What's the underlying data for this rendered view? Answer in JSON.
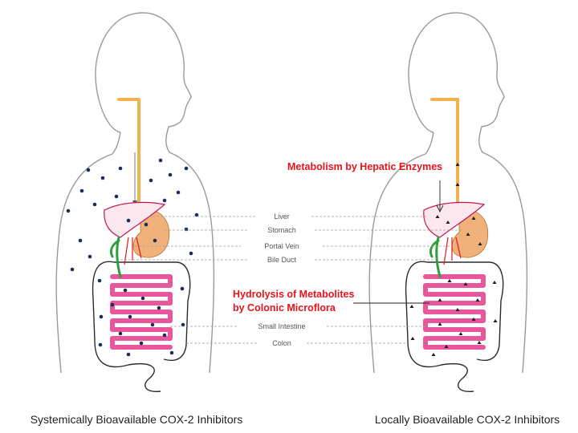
{
  "organ_labels": {
    "liver": "Liver",
    "stomach": "Stomach",
    "portal_vein": "Portal Vein",
    "bile_duct": "Bile Duct",
    "small_intestine": "Small Intestine",
    "colon": "Colon"
  },
  "annotations": {
    "hepatic": "Metabolism by Hepatic Enzymes",
    "hydrolysis_line1": "Hydrolysis of Metabolites",
    "hydrolysis_line2": "by Colonic Microflora"
  },
  "captions": {
    "left": "Systemically Bioavailable COX-2 Inhibitors",
    "right": "Locally Bioavailable COX-2 Inhibitors"
  },
  "colors": {
    "annotation_red": "#e8141b",
    "esophagus": "#f2b24f",
    "small_intestine": "#e8569b",
    "bile_duct": "#2e9e3e",
    "drug_dot": "#1d2c5a"
  },
  "icons": {
    "systemic_drug": "navy-dot",
    "local_drug": "black-triangle"
  }
}
